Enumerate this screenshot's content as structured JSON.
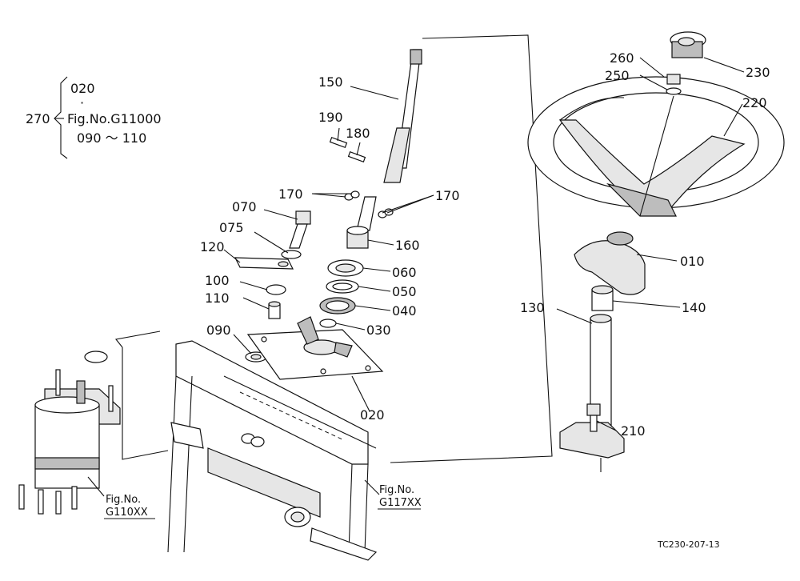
{
  "callouts": [
    {
      "key": "p150",
      "text": "150"
    },
    {
      "key": "p190",
      "text": "190"
    },
    {
      "key": "p180",
      "text": "180"
    },
    {
      "key": "p170a",
      "text": "170"
    },
    {
      "key": "p170b",
      "text": "170"
    },
    {
      "key": "p070",
      "text": "070"
    },
    {
      "key": "p075",
      "text": "075"
    },
    {
      "key": "p120",
      "text": "120"
    },
    {
      "key": "p160",
      "text": "160"
    },
    {
      "key": "p060",
      "text": "060"
    },
    {
      "key": "p050",
      "text": "050"
    },
    {
      "key": "p040",
      "text": "040"
    },
    {
      "key": "p030",
      "text": "030"
    },
    {
      "key": "p100",
      "text": "100"
    },
    {
      "key": "p110",
      "text": "110"
    },
    {
      "key": "p090",
      "text": "090"
    },
    {
      "key": "p020",
      "text": "020"
    },
    {
      "key": "p260",
      "text": "260"
    },
    {
      "key": "p250",
      "text": "250"
    },
    {
      "key": "p230",
      "text": "230"
    },
    {
      "key": "p220",
      "text": "220"
    },
    {
      "key": "p010",
      "text": "010"
    },
    {
      "key": "p140",
      "text": "140"
    },
    {
      "key": "p130",
      "text": "130"
    },
    {
      "key": "p210",
      "text": "210"
    }
  ],
  "group_note": {
    "id": "270",
    "line1": "020",
    "line2": "·",
    "line3": "Fig.No.G11000",
    "line4": "090 ～ 110"
  },
  "references": {
    "left_line1": "Fig.No.",
    "left_line2": "G110XX",
    "right_line1": "Fig.No.",
    "right_line2": "G117XX"
  },
  "drawing_code": "TC230-207-13"
}
